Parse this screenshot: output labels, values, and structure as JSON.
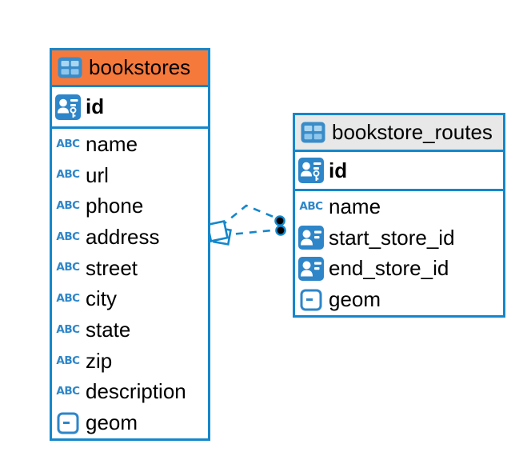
{
  "icons": {
    "text_glyph": "ABC"
  },
  "colors": {
    "accent_blue": "#1587CB",
    "icon_blue": "#2E86C9",
    "bookstores_header": "#F6793C",
    "bookstore_routes_header": "#E8E8E8",
    "text": "#000000",
    "endpoint_dot": "#000000",
    "background": "#FFFFFF"
  },
  "diagram": {
    "tables": [
      {
        "name": "bookstores",
        "columns": [
          {
            "name": "id",
            "type": "primary-key"
          },
          {
            "name": "name",
            "type": "text"
          },
          {
            "name": "url",
            "type": "text"
          },
          {
            "name": "phone",
            "type": "text"
          },
          {
            "name": "address",
            "type": "text"
          },
          {
            "name": "street",
            "type": "text"
          },
          {
            "name": "city",
            "type": "text"
          },
          {
            "name": "state",
            "type": "text"
          },
          {
            "name": "zip",
            "type": "text"
          },
          {
            "name": "description",
            "type": "text"
          },
          {
            "name": "geom",
            "type": "geometry"
          }
        ]
      },
      {
        "name": "bookstore_routes",
        "columns": [
          {
            "name": "id",
            "type": "primary-key"
          },
          {
            "name": "name",
            "type": "text"
          },
          {
            "name": "start_store_id",
            "type": "foreign-key"
          },
          {
            "name": "end_store_id",
            "type": "foreign-key"
          },
          {
            "name": "geom",
            "type": "geometry"
          }
        ]
      }
    ],
    "relationships": [
      {
        "from_table": "bookstore_routes",
        "to_table": "bookstores",
        "line_style": "dashed"
      },
      {
        "from_table": "bookstore_routes",
        "to_table": "bookstores",
        "line_style": "dashed"
      }
    ]
  }
}
